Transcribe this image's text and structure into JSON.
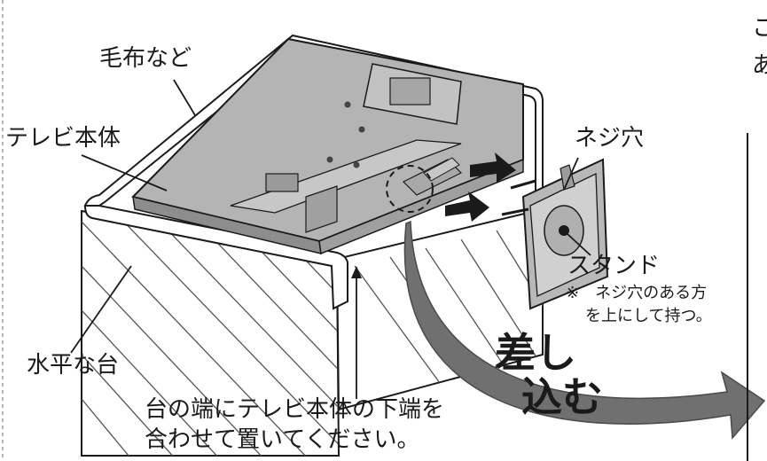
{
  "labels": {
    "blanket": "毛布など",
    "tv_body": "テレビ本体",
    "screw_hole": "ネジ穴",
    "stand": "スタンド",
    "note_line1": "※　ネジ穴のある方",
    "note_line2": "を上にして持つ。",
    "level_table": "水平な台",
    "instruction_line1": "台の端にテレビ本体の下端を",
    "instruction_line2": "合わせて置いてください。",
    "insert_line1": "差し",
    "insert_line2": "込む",
    "clipped_line1": "こ",
    "clipped_line2": "あ"
  },
  "colors": {
    "ink": "#1a1a1a",
    "tv_gray": "#b4b4b4",
    "tv_panel": "#c7c7c7",
    "arrow_gray": "#707070",
    "hatch": "#555555"
  }
}
